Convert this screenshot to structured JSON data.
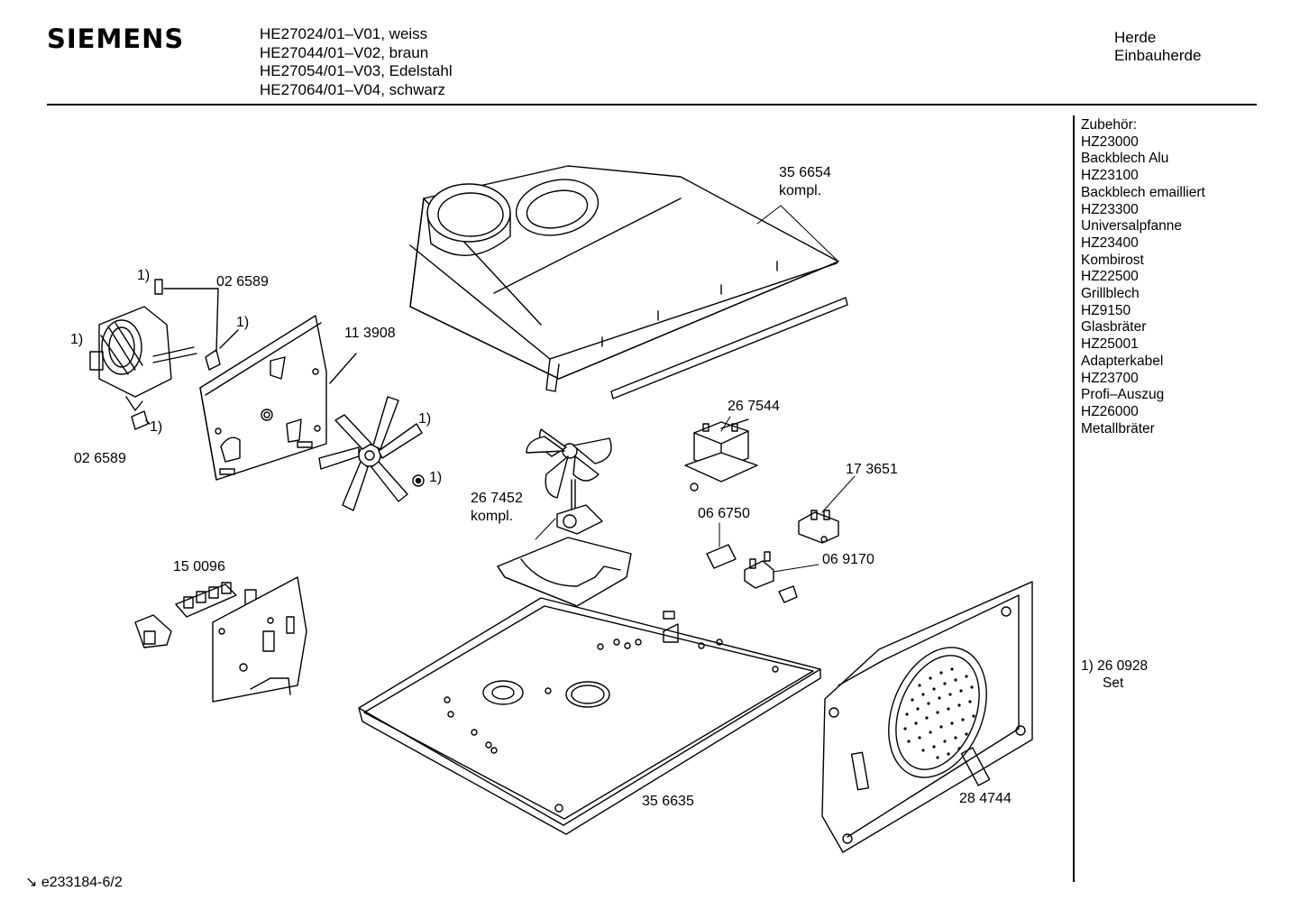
{
  "header": {
    "brand": "SIEMENS",
    "models": [
      "HE27024/01–V01, weiss",
      "HE27044/01–V02, braun",
      "HE27054/01–V03, Edelstahl",
      "HE27064/01–V04, schwarz"
    ],
    "category": [
      "Herde",
      "Einbauherde"
    ]
  },
  "accessories": [
    "Zubehör:",
    "HZ23000",
    "Backblech Alu",
    "HZ23100",
    "Backblech emailliert",
    "HZ23300",
    "Universalpfanne",
    "HZ23400",
    "Kombirost",
    "HZ22500",
    "Grillblech",
    "HZ9150",
    "Glasbräter",
    "HZ25001",
    "Adapterkabel",
    "HZ23700",
    "Profi–Auszug",
    "HZ26000",
    "Metallbräter"
  ],
  "footnote": {
    "line1": "1)  26 0928",
    "line2": "Set"
  },
  "footer": {
    "doc_id": "e233184-6/2"
  },
  "parts": {
    "p356654": {
      "num": "35 6654",
      "sub": "kompl."
    },
    "p026589a": "02 6589",
    "p026589b": "02 6589",
    "p113908": "11 3908",
    "p267544": "26 7544",
    "p267452": {
      "num": "26 7452",
      "sub": "kompl."
    },
    "p173651": "17 3651",
    "p066750": "06 6750",
    "p069170": "06 9170",
    "p150096": "15 0096",
    "p356635": "35 6635",
    "p284744": "28 4744",
    "fn": "1)"
  }
}
